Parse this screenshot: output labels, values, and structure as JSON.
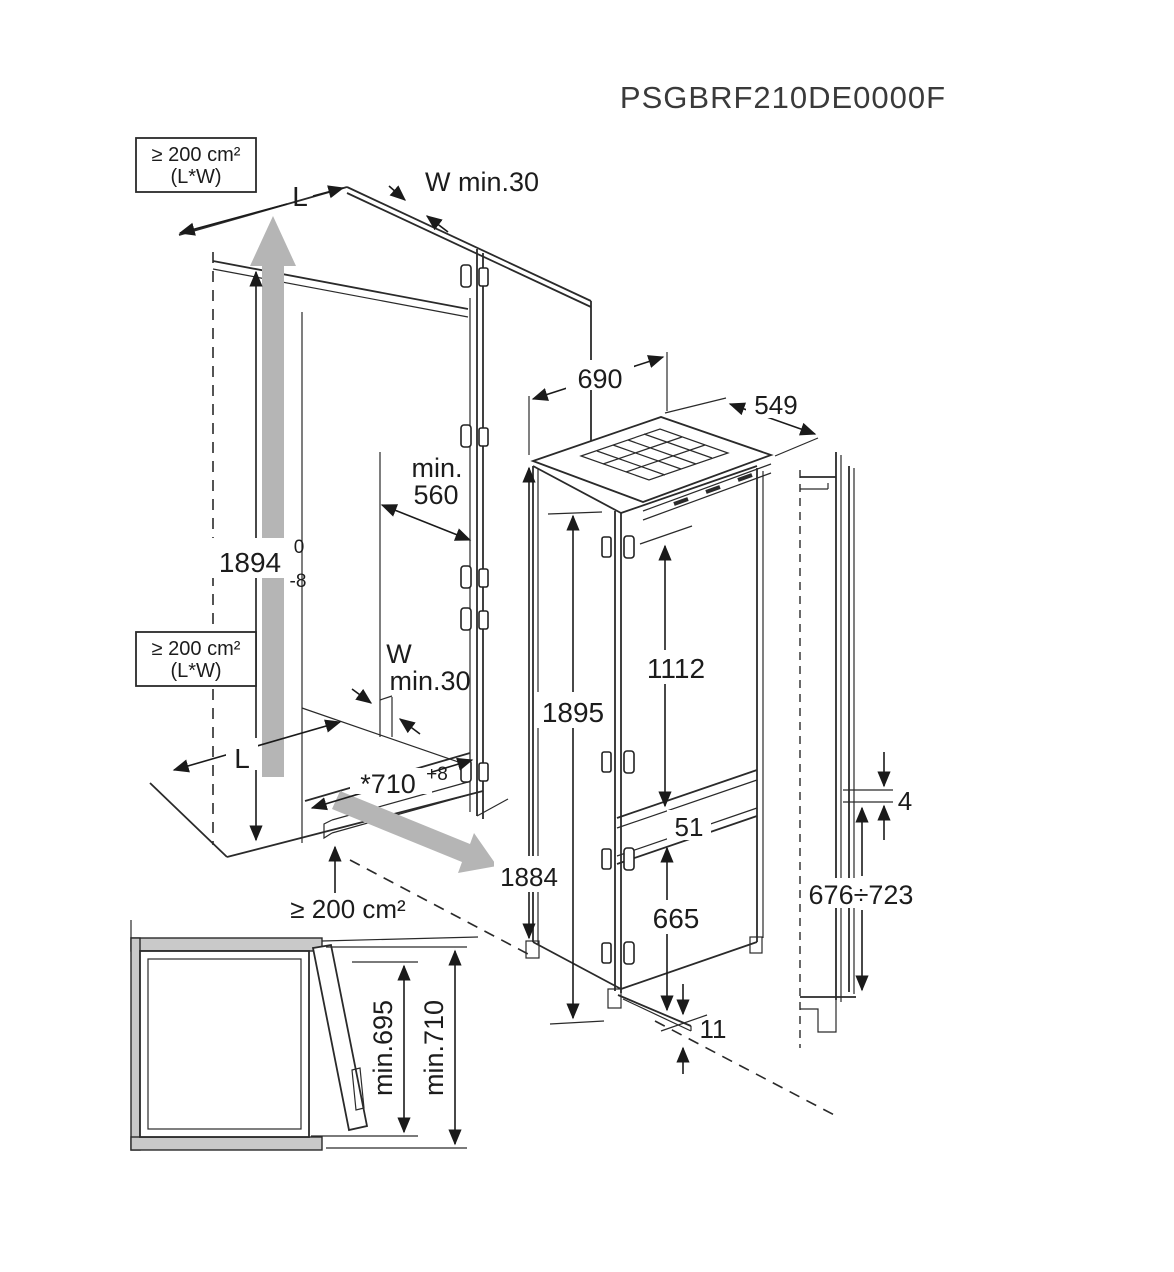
{
  "title": "PSGBRF210DE0000F",
  "niche": {
    "top_vent_box": {
      "line1": "≥ 200 cm²",
      "line2": "(L*W)"
    },
    "mid_vent_box": {
      "line1": "≥ 200 cm²",
      "line2": "(L*W)"
    },
    "top_depth_label": "L",
    "top_wall_label": "W min.30",
    "inner_width_label": {
      "line1": "min.",
      "line2": "560"
    },
    "mid_wall_label": {
      "line1": "W",
      "line2": "min.30"
    },
    "height": {
      "value": "1894",
      "tol_upper": "0",
      "tol_lower": "-8"
    },
    "bottom_depth_label": "L",
    "floor_depth": {
      "value": "*710",
      "tolerance": "+8"
    },
    "bottom_vent_label": "≥ 200 cm²"
  },
  "appliance": {
    "top_depth": "690",
    "top_width": "549",
    "height_front": "1895",
    "height_back": "1884",
    "upper_door_height": "1112",
    "door_gap": "51",
    "lower_door_height": "665",
    "bottom_clearance": "11"
  },
  "door_panel": {
    "gap": "4",
    "mount_range": "676÷723"
  },
  "top_view": {
    "depth_door_open": "min.695",
    "depth_total": "min.710"
  }
}
